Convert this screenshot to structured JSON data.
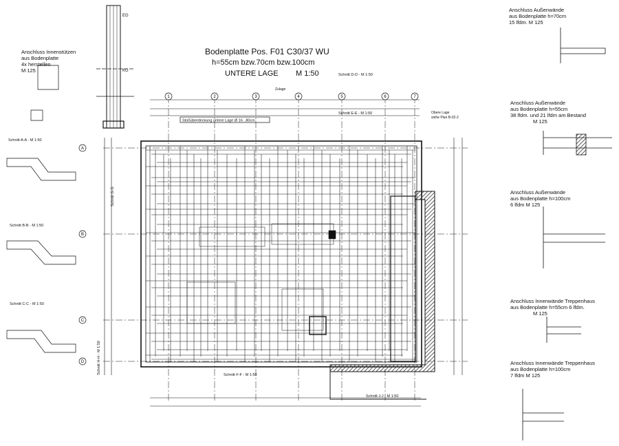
{
  "title": {
    "line1": "Bodenplatte Pos. F01   C30/37 WU",
    "line2": "h=55cm bzw.70cm bzw.100cm",
    "line3": "UNTERE LAGE",
    "scale": "M 1:50"
  },
  "left_notes": {
    "innenstuetzen": [
      "Anschluss Innenstützen",
      "aus Bodenplatte",
      "4x herstellen",
      "M 125"
    ],
    "schnitt_aa": "Schnitt A-A   -   M 1:50",
    "schnitt_bb": "Schnitt B-B   -   M 1:50",
    "schnitt_cc": "Schnitt C-C   -   M 1:50"
  },
  "right_notes": {
    "n1": [
      "Anschluss Außenwände",
      "aus Bodenplatte h=70cm",
      "15 lfdm.    M 125"
    ],
    "n2": [
      "Anschluss Außenwände",
      "aus Bodenplatte h=55cm",
      "38 lfdm.   und   21 lfdm am Bestand",
      "M 125"
    ],
    "n3": [
      "Anschluss Außenwände",
      "aus Bodenplatte h=100cm",
      "6 lfdm     M 125"
    ],
    "n4": [
      "Anschluss Innenwände Treppenhaus",
      "aus Bodenplatte h=55cm   6 lfdm.",
      "M 125"
    ],
    "n5": [
      "Anschluss Innenwände Treppenhaus",
      "aus Bodenplatte h=100cm",
      "7 lfdm     M 125"
    ]
  },
  "plan_labels": {
    "schnitt_dd": "Schnitt D-D   -   M 1:50",
    "schnitt_ee": "Schnitt E-E   -   M 1:50",
    "schnitt_ff": "Schnitt F-F   -   M 1:50",
    "schnitt_jj": "Schnitt J-J   -   M 1:50",
    "schnitt_gg": "Schnitt G-G",
    "schnitt_hh": "Schnitt H-H   -   M 1:50",
    "stoss": "Stoßüberdeckung untere Lage Ø 16 ..80cm",
    "obere_lage": "Obere Lage",
    "siehe_plan": "siehe Plan B-02-2",
    "zulage": "Zulage",
    "eg": "EG",
    "kg": "KG"
  },
  "grid_axes": {
    "top": [
      "1",
      "2",
      "3",
      "4",
      "5",
      "6",
      "7"
    ],
    "left": [
      "A",
      "B",
      "C",
      "D"
    ]
  },
  "colors": {
    "ink": "#111111",
    "wall_hatch": "#555555",
    "paper": "#ffffff"
  }
}
